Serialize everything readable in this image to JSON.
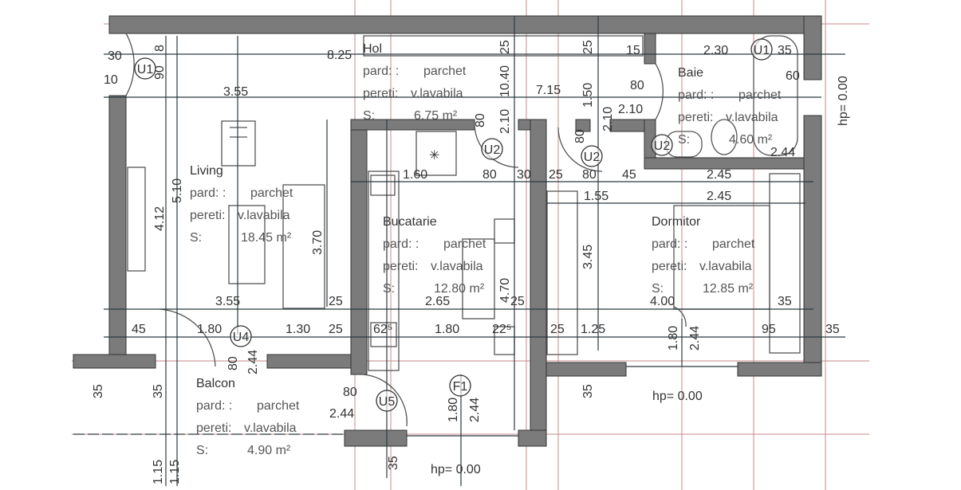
{
  "plan": {
    "rooms": [
      {
        "name": "Hol",
        "floor_label": "pard: :",
        "floor": "parchet",
        "walls_label": "pereti:",
        "walls": "v.lavabila",
        "area_label": "S:",
        "area": "6.75 m²"
      },
      {
        "name": "Living",
        "floor_label": "pard: :",
        "floor": "parchet",
        "walls_label": "pereti:",
        "walls": "v.lavabila",
        "area_label": "S:",
        "area": "18.45 m²"
      },
      {
        "name": "Baie",
        "floor_label": "pard: :",
        "floor": "parchet",
        "walls_label": "pereti:",
        "walls": "v.lavabila",
        "area_label": "S:",
        "area": "4.60 m²"
      },
      {
        "name": "Bucatarie",
        "floor_label": "pard: :",
        "floor": "parchet",
        "walls_label": "pereti:",
        "walls": "v.lavabila",
        "area_label": "S:",
        "area": "12.80 m²"
      },
      {
        "name": "Dormitor",
        "floor_label": "pard: :",
        "floor": "parchet",
        "walls_label": "pereti:",
        "walls": "v.lavabila",
        "area_label": "S:",
        "area": "12.85 m²"
      },
      {
        "name": "Balcon",
        "floor_label": "pard: :",
        "floor": "parchet",
        "walls_label": "pereti:",
        "walls": "v.lavabila",
        "area_label": "S:",
        "area": "4.90 m²"
      }
    ],
    "door_tags": [
      "U1",
      "U2",
      "U2",
      "U2",
      "U4",
      "U5",
      "F1",
      "U1"
    ],
    "dimensions": [
      "8.25",
      "3.55",
      "3.55",
      "25",
      "2.65",
      "25",
      "4.00",
      "35",
      "45",
      "1.80",
      "1.30",
      "25",
      "62⁵",
      "1.80",
      "22⁵",
      "25",
      "1.25",
      "95",
      "35",
      "1.60",
      "80",
      "30",
      "25",
      "80",
      "45",
      "2.45",
      "1.55",
      "2.45",
      "7.15",
      "80",
      "2.10",
      "15",
      "2.30",
      "35",
      "60",
      "2.44",
      "80",
      "2.44",
      "10",
      "30",
      "5.10",
      "4.12",
      "3.70",
      "3.45",
      "4.70",
      "25",
      "25",
      "10.40",
      "2.10",
      "1.50",
      "2.10",
      "80",
      "80",
      "35",
      "35",
      "35",
      "35",
      "1.15",
      "1.15",
      "80",
      "2.44",
      "1.80",
      "2.44",
      "1.80",
      "2.44",
      "90",
      "8"
    ],
    "elevations": [
      "hp= 0.00",
      "hp= 0.00",
      "hp= 0.00"
    ]
  }
}
